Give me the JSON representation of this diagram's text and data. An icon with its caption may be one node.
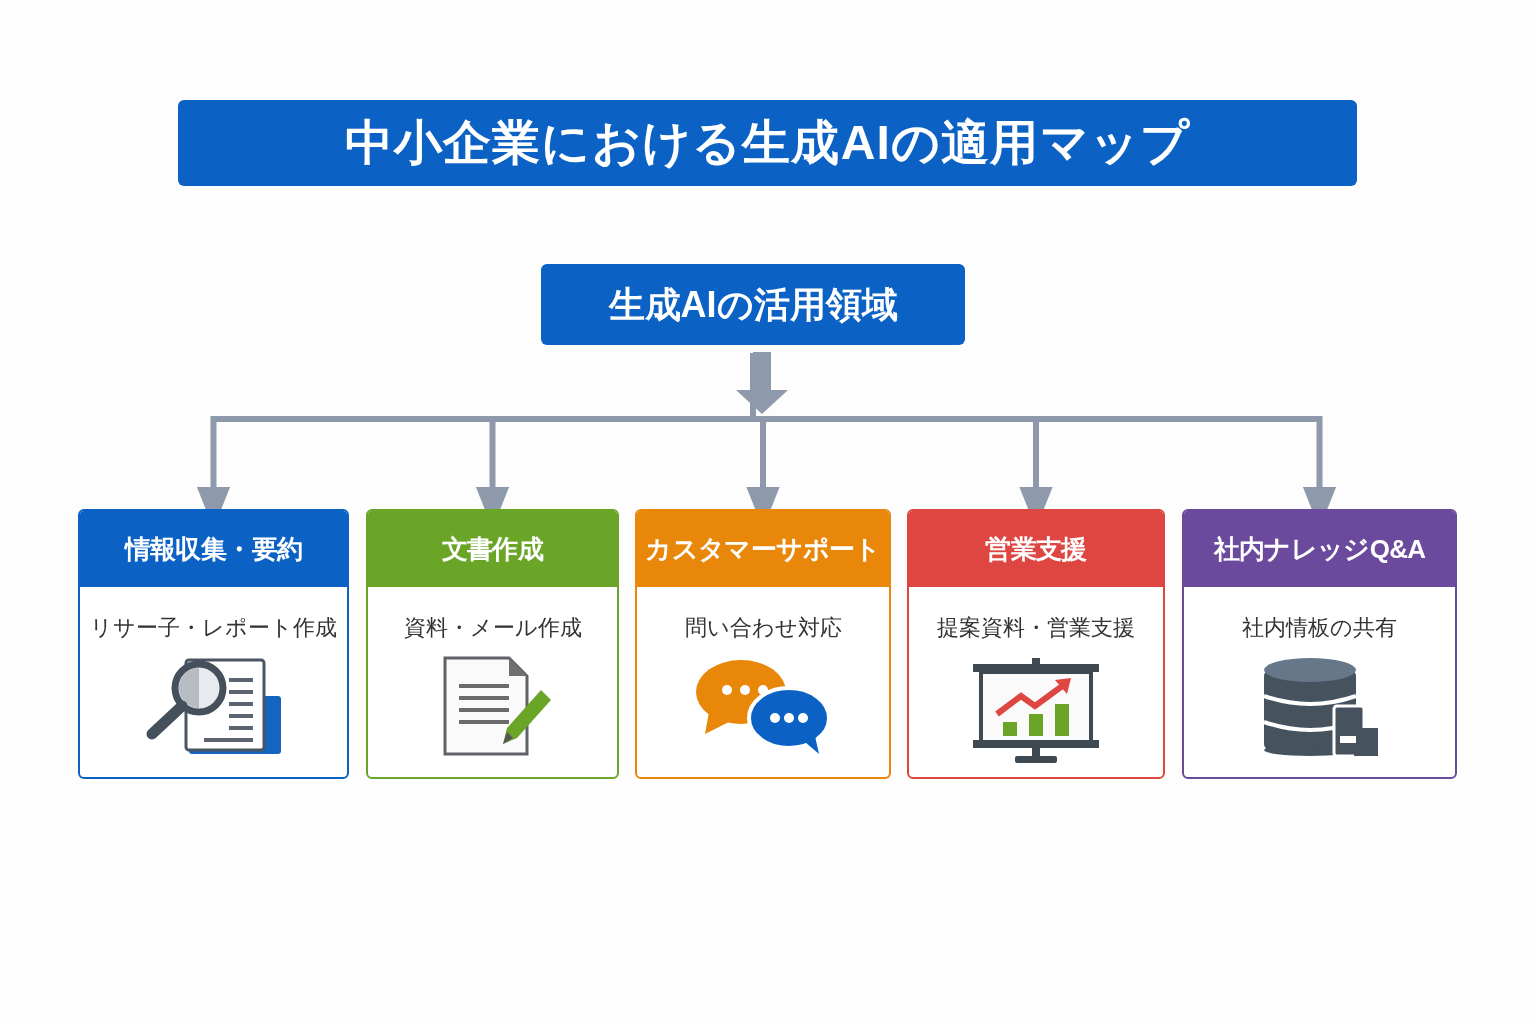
{
  "diagram": {
    "title": "中小企業における生成AIの適用マップ",
    "nodes": [
      {
        "text": [
          "生成AIの活用領域"
        ]
      },
      {
        "text": [
          "情報収集・要約",
          "リサー子・レポート作成"
        ]
      },
      {
        "text": [
          "文書作成",
          "資料・メール作成"
        ]
      },
      {
        "text": [
          "カスタマーサポート",
          "問い合わせ対応"
        ]
      },
      {
        "text": [
          "営業支援",
          "提案資料・営業支援"
        ]
      },
      {
        "text": [
          "社内ナレッジQ&A",
          "社内情板の共有"
        ]
      }
    ],
    "edges": [
      {
        "from": 0,
        "to": 1,
        "arrow": "to"
      },
      {
        "from": 0,
        "to": 2,
        "arrow": "to"
      },
      {
        "from": 0,
        "to": 3,
        "arrow": "to"
      },
      {
        "from": 0,
        "to": 4,
        "arrow": "to"
      },
      {
        "from": 0,
        "to": 5,
        "arrow": "to"
      }
    ]
  }
}
